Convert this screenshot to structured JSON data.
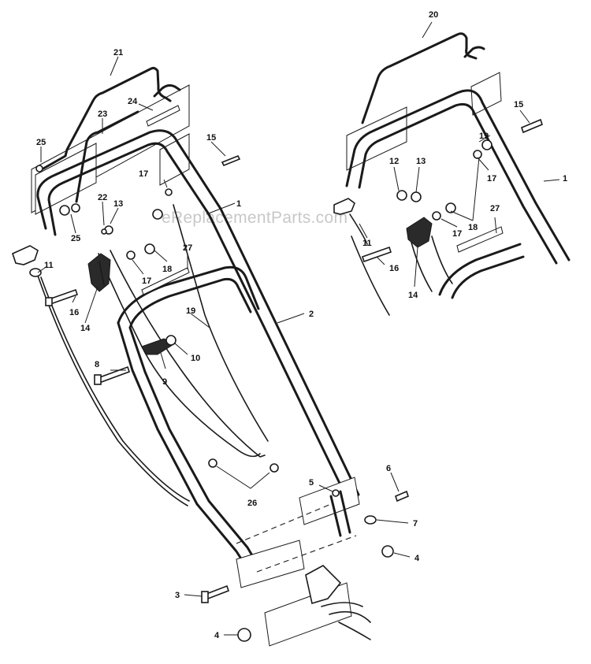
{
  "diagram": {
    "watermark": "eReplacementParts.com",
    "callouts": [
      {
        "key": "c21",
        "text": "21"
      },
      {
        "key": "c24",
        "text": "24"
      },
      {
        "key": "c23",
        "text": "23"
      },
      {
        "key": "c25a",
        "text": "25"
      },
      {
        "key": "c15a",
        "text": "15"
      },
      {
        "key": "c17a",
        "text": "17"
      },
      {
        "key": "c22",
        "text": "22"
      },
      {
        "key": "c13a",
        "text": "13"
      },
      {
        "key": "c25b",
        "text": "25"
      },
      {
        "key": "c1a",
        "text": "1"
      },
      {
        "key": "c11a",
        "text": "11"
      },
      {
        "key": "c27a",
        "text": "27"
      },
      {
        "key": "c17b",
        "text": "17"
      },
      {
        "key": "c18a",
        "text": "18"
      },
      {
        "key": "c16a",
        "text": "16"
      },
      {
        "key": "c14a",
        "text": "14"
      },
      {
        "key": "c19a",
        "text": "19"
      },
      {
        "key": "c2",
        "text": "2"
      },
      {
        "key": "c10",
        "text": "10"
      },
      {
        "key": "c8",
        "text": "8"
      },
      {
        "key": "c9",
        "text": "9"
      },
      {
        "key": "c26",
        "text": "26"
      },
      {
        "key": "c5",
        "text": "5"
      },
      {
        "key": "c6",
        "text": "6"
      },
      {
        "key": "c7",
        "text": "7"
      },
      {
        "key": "c4a",
        "text": "4"
      },
      {
        "key": "c3",
        "text": "3"
      },
      {
        "key": "c4b",
        "text": "4"
      },
      {
        "key": "c20",
        "text": "20"
      },
      {
        "key": "c15b",
        "text": "15"
      },
      {
        "key": "c19b",
        "text": "19"
      },
      {
        "key": "c12",
        "text": "12"
      },
      {
        "key": "c13b",
        "text": "13"
      },
      {
        "key": "c1b",
        "text": "1"
      },
      {
        "key": "c17c",
        "text": "17"
      },
      {
        "key": "c17d",
        "text": "17"
      },
      {
        "key": "c18b",
        "text": "18"
      },
      {
        "key": "c27b",
        "text": "27"
      },
      {
        "key": "c11b",
        "text": "11"
      },
      {
        "key": "c16b",
        "text": "16"
      },
      {
        "key": "c14b",
        "text": "14"
      }
    ]
  }
}
